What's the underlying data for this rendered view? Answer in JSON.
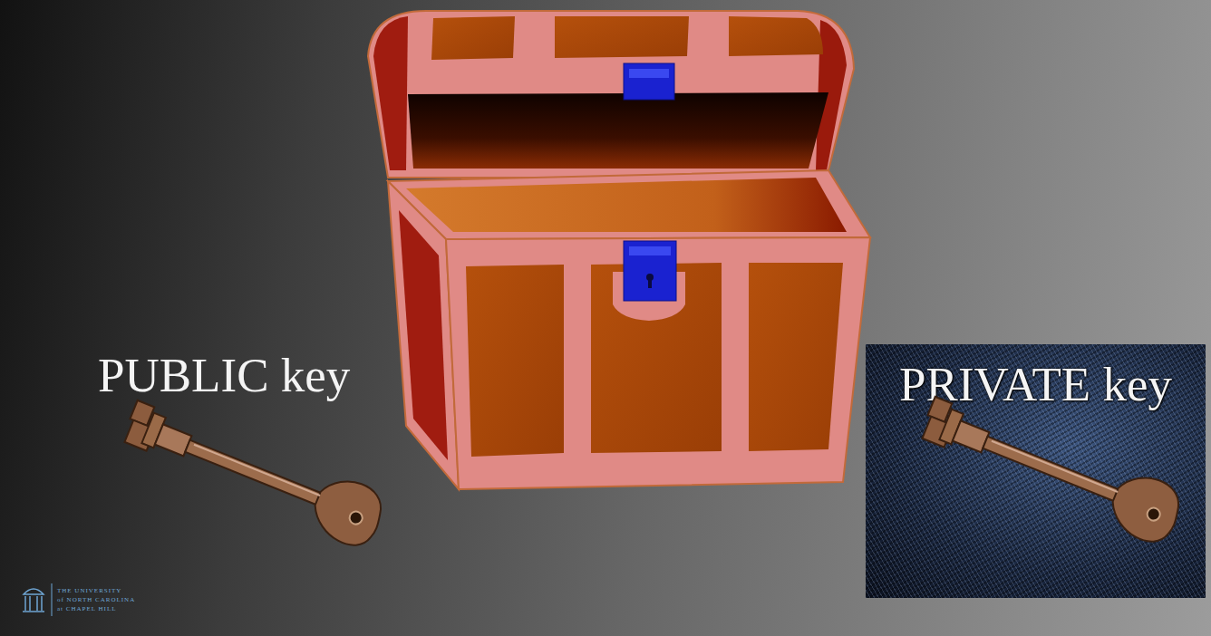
{
  "diagram": {
    "nodes": [
      {
        "text": [
          "PRIVATE key"
        ]
      }
    ],
    "labels": [
      "PUBLIC key",
      "THE UNIVERSITY",
      "of NORTH CAROLINA",
      "at CHAPEL HILL"
    ]
  }
}
